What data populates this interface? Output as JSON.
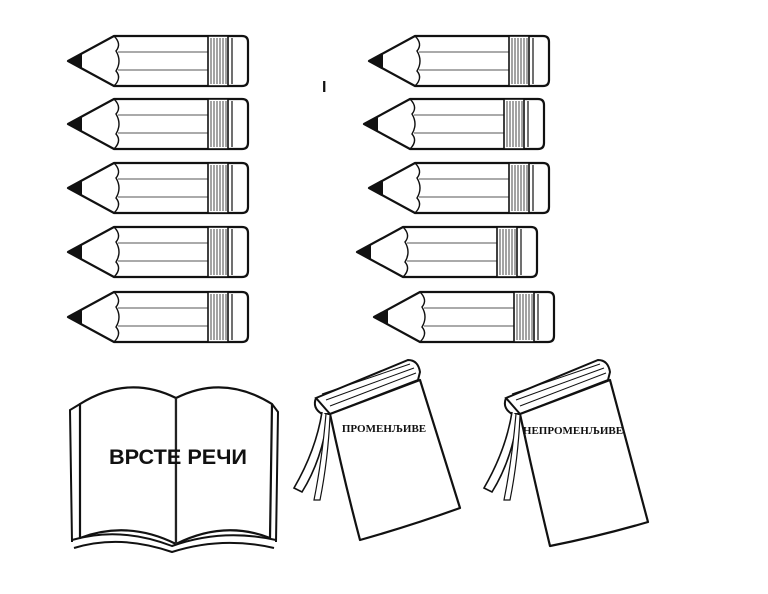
{
  "worksheet": {
    "separator_mark": "I",
    "open_book_title": "ВРСТЕ РЕЧИ",
    "book_left_label": "ПРОМЕНЉИВЕ",
    "book_right_label": "НЕПРОМЕНЉИВЕ"
  },
  "pencils": {
    "left_column_count": 5,
    "right_column_count": 5,
    "outline_color": "#111111",
    "fill_color": "#ffffff",
    "icon": "pencil-icon"
  },
  "books": {
    "open_book_icon": "open-book-icon",
    "closed_book_icon": "closed-book-icon"
  }
}
